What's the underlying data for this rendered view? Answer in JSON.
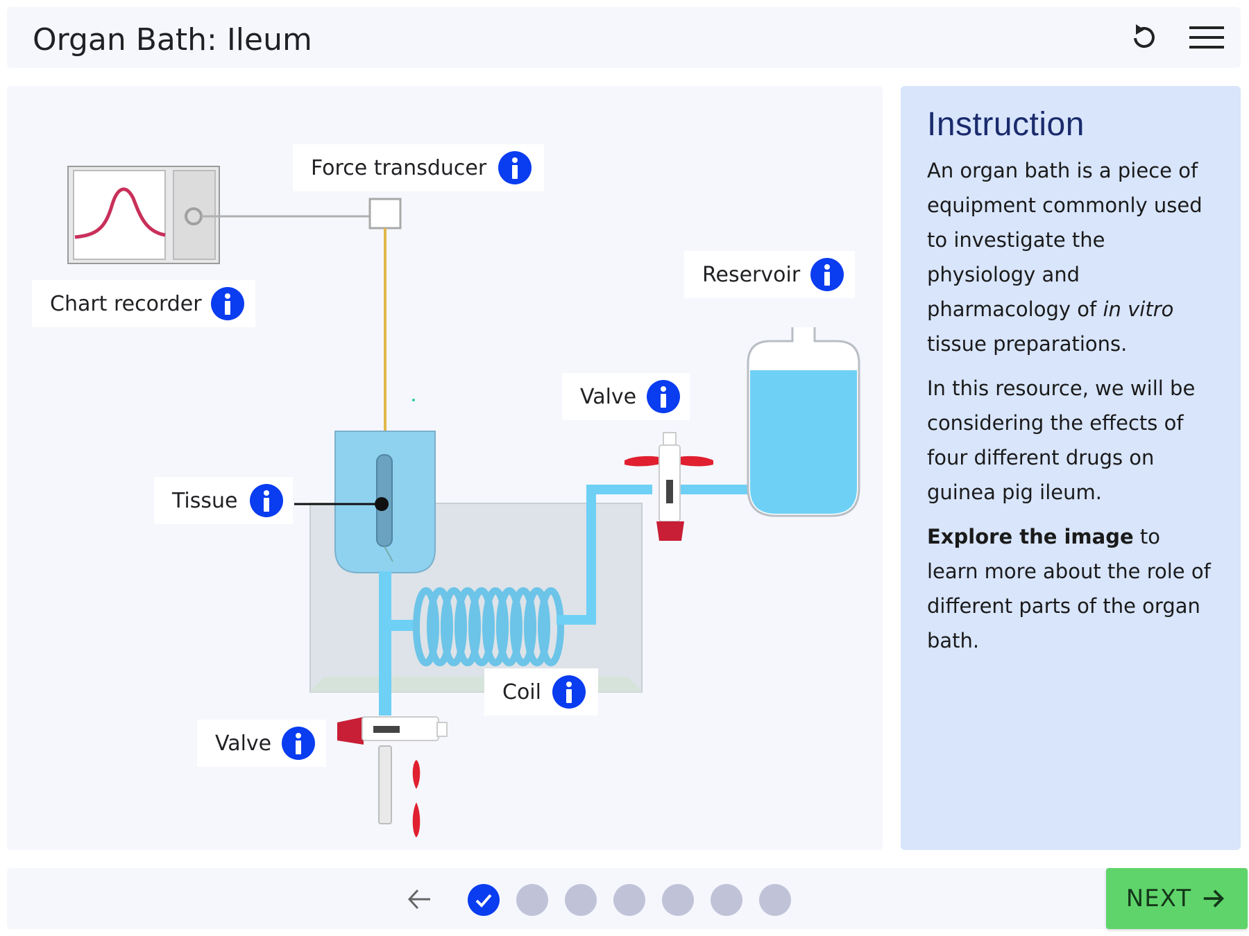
{
  "header": {
    "title": "Organ Bath: Ileum"
  },
  "icons": {
    "reset": "restart-icon",
    "menu": "hamburger-menu-icon",
    "info": "info-icon"
  },
  "labels": {
    "force_transducer": "Force transducer",
    "chart_recorder": "Chart recorder",
    "reservoir": "Reservoir",
    "valve_top": "Valve",
    "tissue": "Tissue",
    "coil": "Coil",
    "valve_bottom": "Valve"
  },
  "instruction": {
    "heading": "Instruction",
    "p1_a": "An organ bath is a piece of equipment commonly used to investigate the physiology and pharmacology of ",
    "p1_em": "in vitro",
    "p1_b": " tissue preparations.",
    "p2": "In this resource, we will be considering the effects of four different drugs on guinea pig ileum.",
    "p3_bold": "Explore the image",
    "p3_rest": " to learn more about the role of different parts of the organ bath."
  },
  "footer": {
    "next_label": "NEXT",
    "steps_total": 7,
    "steps_completed": 1
  },
  "colors": {
    "accent": "#0a3cf0",
    "next_bg": "#5fd46a",
    "panel_bg": "#d8e5fb",
    "fluid": "#6fd0f5",
    "valve_red": "#e02030"
  }
}
